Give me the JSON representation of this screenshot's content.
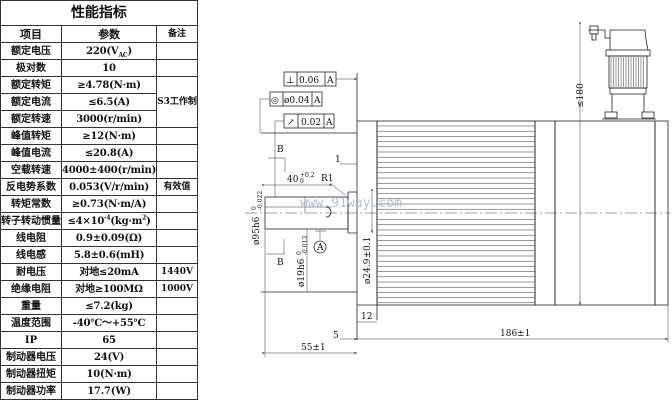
{
  "spec_table": {
    "title": "性能指标",
    "headers": [
      "项目",
      "参数",
      "备注"
    ],
    "rows": [
      {
        "item": "额定电压",
        "pre": "220(V",
        "sub": "AC",
        "post": ")",
        "note": ""
      },
      {
        "item": "极对数",
        "pre": "10",
        "note": ""
      },
      {
        "item": "额定转矩",
        "pre": "≥4.78(N·m)",
        "note": "S3工作制",
        "span": 3
      },
      {
        "item": "额定电流",
        "pre": "≤6.5(A)",
        "covered": true
      },
      {
        "item": "额定转速",
        "pre": "3000(r/min)",
        "covered": true
      },
      {
        "item": "峰值转矩",
        "pre": "≥12(N·m)",
        "note": ""
      },
      {
        "item": "峰值电流",
        "pre": "≤20.8(A)",
        "note": ""
      },
      {
        "item": "空载转速",
        "pre": "4000±400(r/min)",
        "note": ""
      },
      {
        "item": "反电势系数",
        "pre": "0.053(V/r/min)",
        "note": "有效值"
      },
      {
        "item": "转矩常数",
        "pre": "≥0.73(N·m/A)",
        "note": ""
      },
      {
        "item": "转子转动惯量",
        "pre": "≤4×10",
        "sup": "-4",
        "post": "(kg·m",
        "sup2": "2",
        "post2": ")",
        "note": ""
      },
      {
        "item": "线电阻",
        "pre": "0.9±0.09(Ω)",
        "note": ""
      },
      {
        "item": "线电感",
        "pre": "5.8±0.6(mH)",
        "note": ""
      },
      {
        "item": "耐电压",
        "pre": "对地≤20mA",
        "note": "1440V"
      },
      {
        "item": "绝缘电阻",
        "pre": "对地≥100MΩ",
        "note": "1000V"
      },
      {
        "item": "重量",
        "pre": "≤7.2(kg)",
        "note": ""
      },
      {
        "item": "温度范围",
        "pre": "-40℃～+55℃",
        "note": ""
      },
      {
        "item": "IP",
        "pre": "65",
        "note": ""
      },
      {
        "item": "制动器电压",
        "pre": "24(V)",
        "note": ""
      },
      {
        "item": "制动器扭矩",
        "pre": "10(N·m)",
        "note": ""
      },
      {
        "item": "制动器功率",
        "pre": "17.7(W)",
        "note": ""
      }
    ]
  },
  "drawing": {
    "tolerances": [
      {
        "symbol": "⊥",
        "value": "0.06",
        "datum": "A"
      },
      {
        "symbol": "◎",
        "value": "ø0.04",
        "datum": "A"
      },
      {
        "symbol": "↗",
        "value": "0.02",
        "datum": "A"
      }
    ],
    "labels": {
      "section_b_top": "B",
      "section_b_bottom": "B",
      "key_length": "40",
      "key_length_tol_upper": "+0.2",
      "key_length_tol_lower": "0",
      "radius": "R1",
      "step": "1",
      "datum": "A",
      "pilot_dia": "ø95h6",
      "pilot_tol_upper": "0",
      "pilot_tol_lower": "-0.022",
      "shaft_dia": "ø19h6",
      "shaft_tol_upper": "0",
      "shaft_tol_lower": "-0.013",
      "shoulder_dia": "ø24.9±0.1",
      "height": "≤180",
      "flange_thickness": "12",
      "shoulder_length": "5",
      "shaft_length": "55±1",
      "body_length": "186±1"
    },
    "watermark": "www.91way.com"
  }
}
